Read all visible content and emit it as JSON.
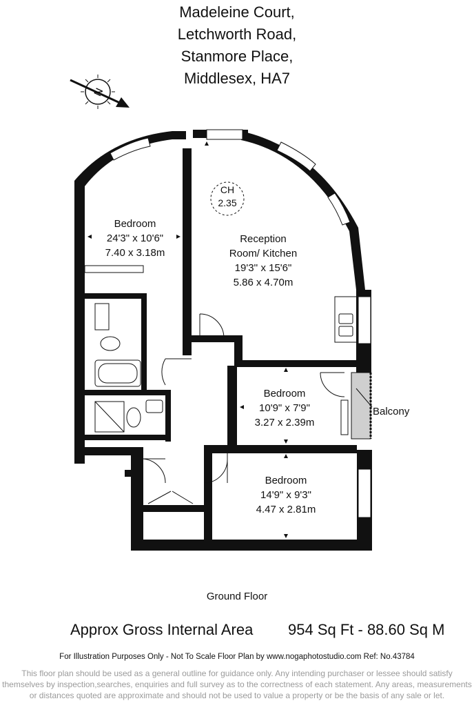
{
  "address": [
    "Madeleine Court,",
    "Letchworth Road,",
    "Stanmore Place,",
    "Middlesex, HA7"
  ],
  "compass_letter": "N",
  "rooms": {
    "bedroom1": {
      "name": "Bedroom",
      "imperial": "24'3\" x 10'6\"",
      "metric": "7.40 x 3.18m"
    },
    "reception": {
      "name": "Reception",
      "name2": "Room/ Kitchen",
      "imperial": "19'3'' x 15'6\"",
      "metric": "5.86 x 4.70m"
    },
    "bedroom2": {
      "name": "Bedroom",
      "imperial": "10'9\" x 7'9\"",
      "metric": "3.27 x 2.39m"
    },
    "bedroom3": {
      "name": "Bedroom",
      "imperial": "14'9\" x 9'3\"",
      "metric": "4.47 x 2.81m"
    }
  },
  "ceiling_height": {
    "label": "CH",
    "value": "2.35"
  },
  "balcony_label": "Balcony",
  "floor_label": "Ground Floor",
  "area": {
    "label": "Approx Gross Internal Area",
    "value": "954 Sq Ft  -  88.60 Sq M"
  },
  "meta": "For Illustration Purposes Only - Not To Scale   Floor Plan by www.nogaphotostudio.com   Ref: No.43784",
  "disclaimer": [
    "This floor plan should be used as a general outline for guidance only. Any intending purchaser or lessee should satisfy",
    "themselves by inspection,searches, enquiries and full survey as to the correctness of each statement. Any areas, measurements",
    "or distances quoted are approximate and should not be used to value a property or be the basis of any sale or let."
  ]
}
